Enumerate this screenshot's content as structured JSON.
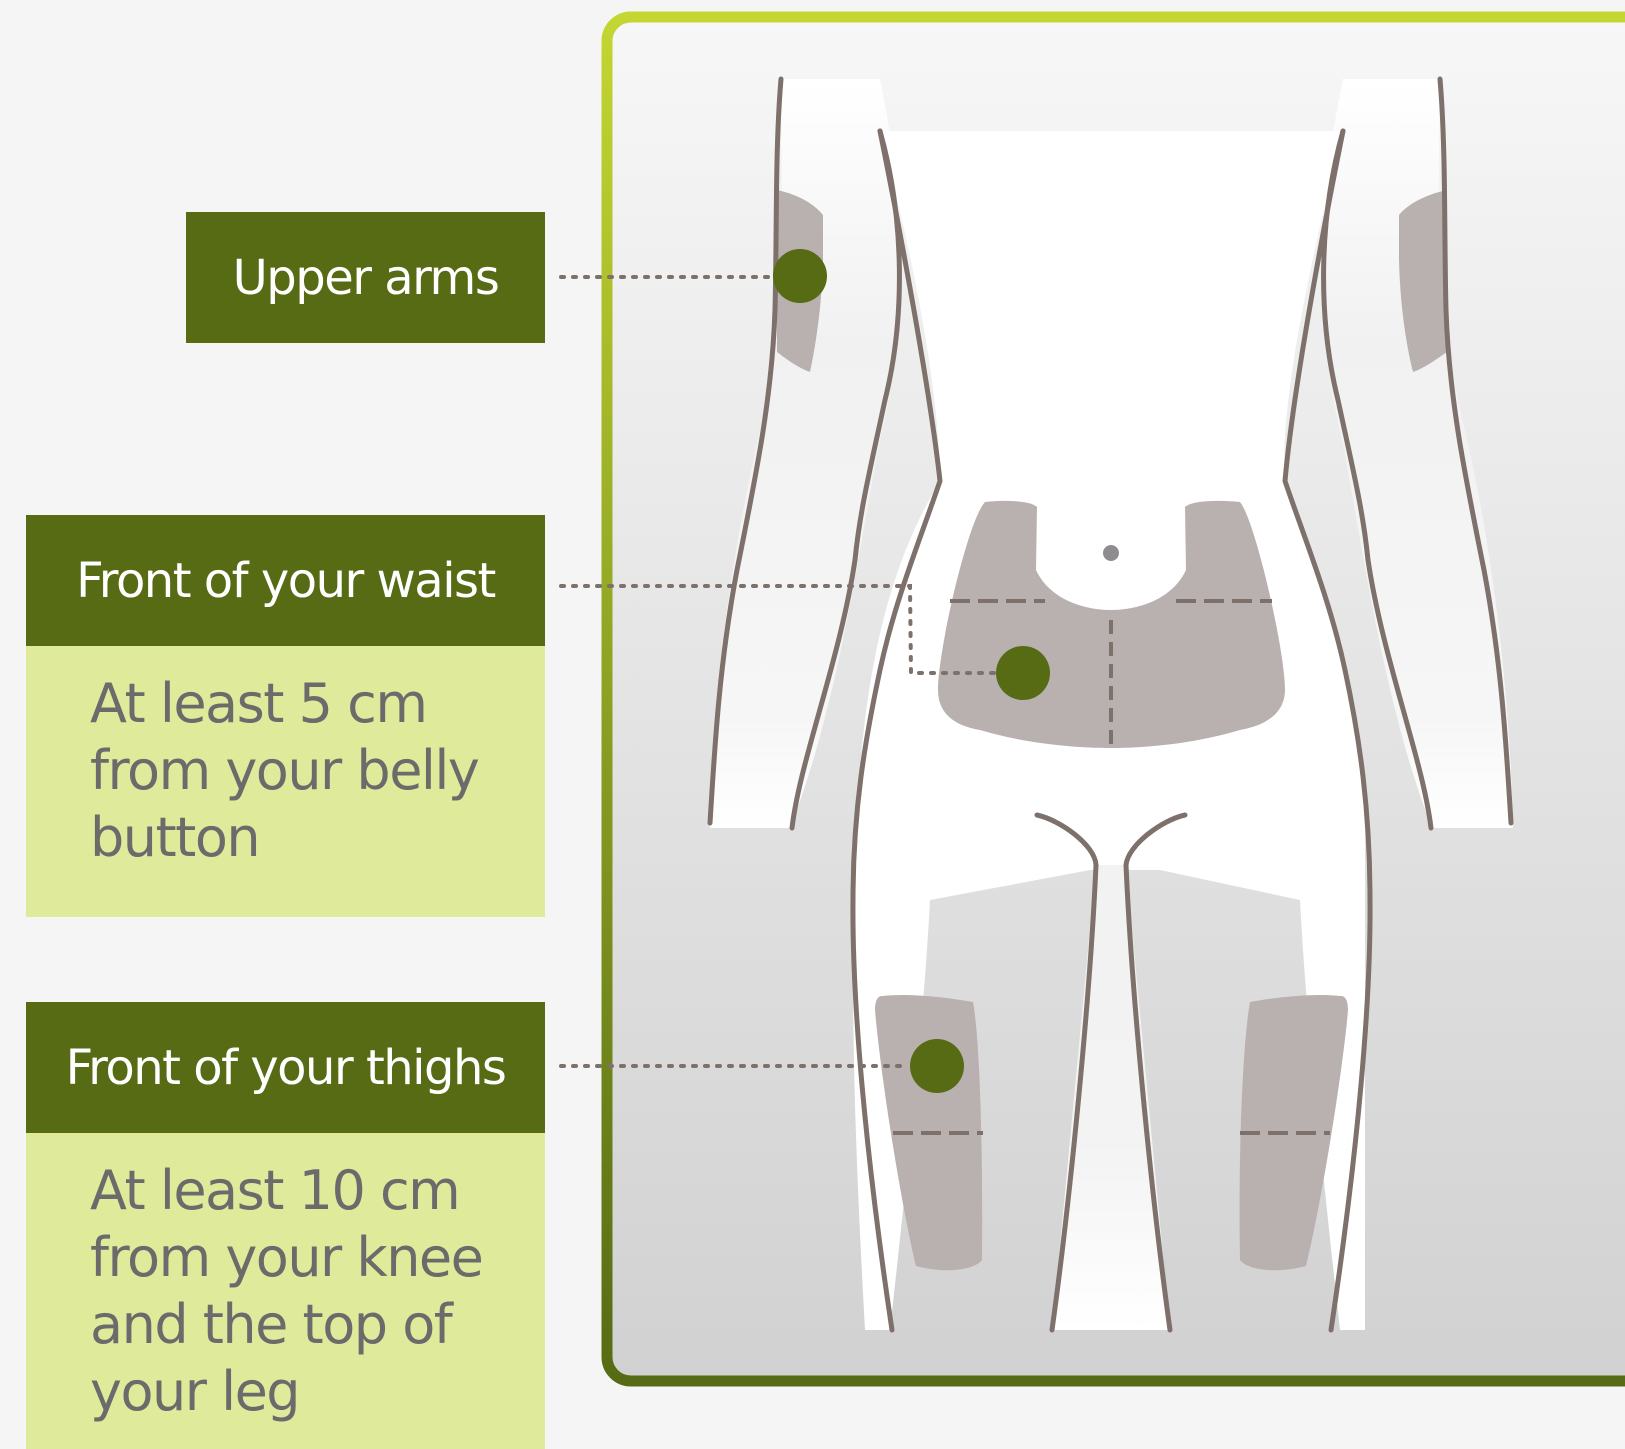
{
  "labels": {
    "upper_arms": {
      "title": "Upper arms"
    },
    "waist": {
      "title": "Front of your waist",
      "description_lines": [
        "At least 5 cm",
        "from your belly",
        "button"
      ]
    },
    "thighs": {
      "title": "Front of your thighs",
      "description_lines": [
        "At least 10 cm",
        "from your knee",
        "and the top of",
        "your leg"
      ]
    }
  },
  "colors": {
    "label_dark_green": "#566b14",
    "label_light_green": "#dfeb9b",
    "marker_green": "#566b14",
    "frame_border_top": "#c3d632",
    "frame_border_bottom": "#566b14",
    "injection_area": "#b9b1af",
    "body_outline": "#7e706a"
  }
}
